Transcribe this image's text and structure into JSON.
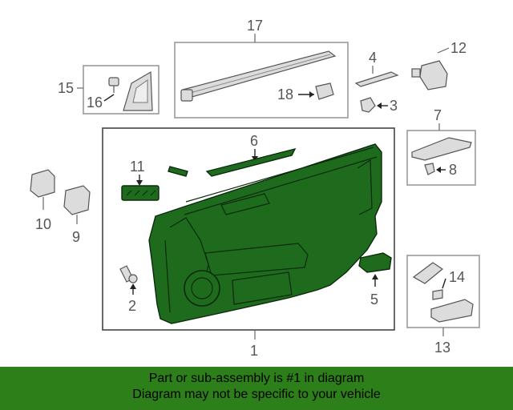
{
  "diagram": {
    "callouts": {
      "c1": "1",
      "c2": "2",
      "c3": "3",
      "c4": "4",
      "c5": "5",
      "c6": "6",
      "c7": "7",
      "c8": "8",
      "c9": "9",
      "c10": "10",
      "c11": "11",
      "c12": "12",
      "c13": "13",
      "c14": "14",
      "c15": "15",
      "c16": "16",
      "c17": "17",
      "c18": "18"
    },
    "highlight_color": "#1e6b1e"
  },
  "banner": {
    "line1": "Part or sub-assembly is #1 in diagram",
    "line2": "Diagram may not be specific to your vehicle",
    "background": "#2c7f19"
  }
}
